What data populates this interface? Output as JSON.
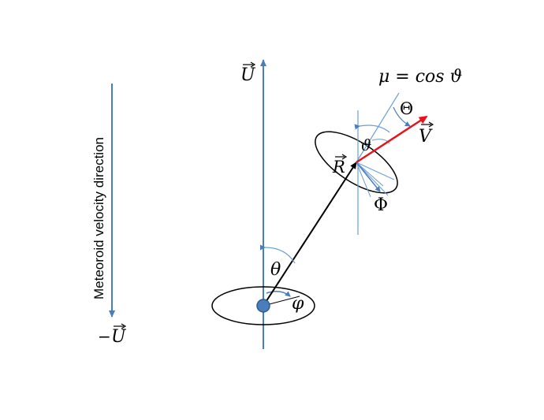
{
  "labels": {
    "meteoroid_direction": "Meteoroid  velocity  direction",
    "u_vector": "U",
    "minus_u_vector": "U",
    "minus_sign": "−",
    "r_vector": "R",
    "v_vector": "V",
    "theta": "θ",
    "phi": "φ",
    "vartheta": "ϑ",
    "big_theta": "Θ",
    "big_phi": "Φ",
    "mu_formula": "μ = cos ϑ"
  },
  "colors": {
    "axis_blue": "#4a7ebb",
    "thin_blue": "#6a9fd8",
    "velocity_red": "#e8141b",
    "outline_black": "#000000",
    "origin_dot": "#4a7ebb"
  }
}
